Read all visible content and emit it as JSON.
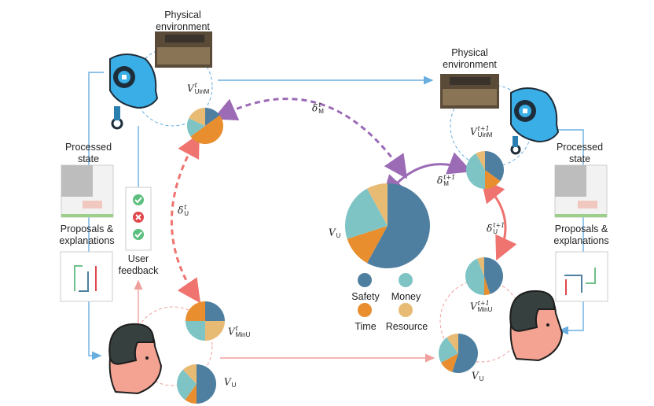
{
  "colors": {
    "safety": "#4f7fa0",
    "money": "#7fc4c4",
    "time": "#e88e2e",
    "resource": "#e8bb75",
    "machine_link": "#6aaee0",
    "user_link": "#f08a86",
    "delta_m": "#9b6bb5",
    "delta_u": "#ef7470"
  },
  "labels": {
    "physical_env_left": "Physical environment",
    "physical_env_right": "Physical environment",
    "processed_state_left": "Processed state",
    "processed_state_right": "Processed state",
    "proposals_left": "Proposals & explanations",
    "proposals_right": "Proposals & explanations",
    "user_feedback": "User feedback"
  },
  "math": {
    "v_uinm_t": {
      "base": "V",
      "sup": "t",
      "sub": "UinM"
    },
    "v_uinm_t1": {
      "base": "V",
      "sup": "t+1",
      "sub": "UinM"
    },
    "v_minu_t": {
      "base": "V",
      "sup": "t",
      "sub": "MinU"
    },
    "v_minu_t1": {
      "base": "V",
      "sup": "t+1",
      "sub": "MinU"
    },
    "v_u_left": {
      "base": "V",
      "sub": "U"
    },
    "v_u_center": {
      "base": "V",
      "sub": "U"
    },
    "v_u_right": {
      "base": "V",
      "sub": "U"
    },
    "delta_m_t": {
      "base": "δ",
      "sup": "t",
      "sub": "M"
    },
    "delta_m_t1": {
      "base": "δ",
      "sup": "t+1",
      "sub": "M"
    },
    "delta_u_t": {
      "base": "δ",
      "sup": "t",
      "sub": "U"
    },
    "delta_u_t1": {
      "base": "δ",
      "sup": "t+1",
      "sub": "U"
    }
  },
  "legend": [
    {
      "key": "safety",
      "label": "Safety"
    },
    {
      "key": "money",
      "label": "Money"
    },
    {
      "key": "time",
      "label": "Time"
    },
    {
      "key": "resource",
      "label": "Resource"
    }
  ],
  "feedback_icons": [
    "check-icon",
    "cross-icon",
    "check-icon"
  ],
  "pies": [
    {
      "id": "v-uinm-t",
      "values": {
        "safety": 0.15,
        "time": 0.5,
        "money": 0.17,
        "resource": 0.18
      }
    },
    {
      "id": "v-minu-t",
      "values": {
        "safety": 0.25,
        "resource": 0.25,
        "money": 0.25,
        "time": 0.25
      }
    },
    {
      "id": "v-u-left",
      "values": {
        "safety": 0.5,
        "time": 0.1,
        "money": 0.28,
        "resource": 0.12
      }
    },
    {
      "id": "v-u-center",
      "values": {
        "safety": 0.58,
        "time": 0.12,
        "money": 0.22,
        "resource": 0.08
      }
    },
    {
      "id": "v-uinm-t1",
      "values": {
        "safety": 0.35,
        "time": 0.15,
        "money": 0.42,
        "resource": 0.08
      }
    },
    {
      "id": "v-minu-t1",
      "values": {
        "safety": 0.45,
        "time": 0.05,
        "money": 0.44,
        "resource": 0.06
      }
    },
    {
      "id": "v-u-right",
      "values": {
        "safety": 0.55,
        "time": 0.12,
        "money": 0.23,
        "resource": 0.1
      }
    }
  ]
}
